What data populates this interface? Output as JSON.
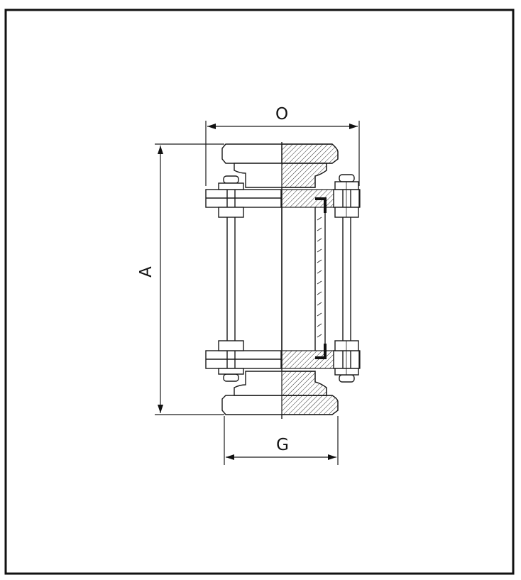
{
  "diagram": {
    "dimension_labels": {
      "top": "O",
      "left": "A",
      "bottom": "G"
    }
  }
}
